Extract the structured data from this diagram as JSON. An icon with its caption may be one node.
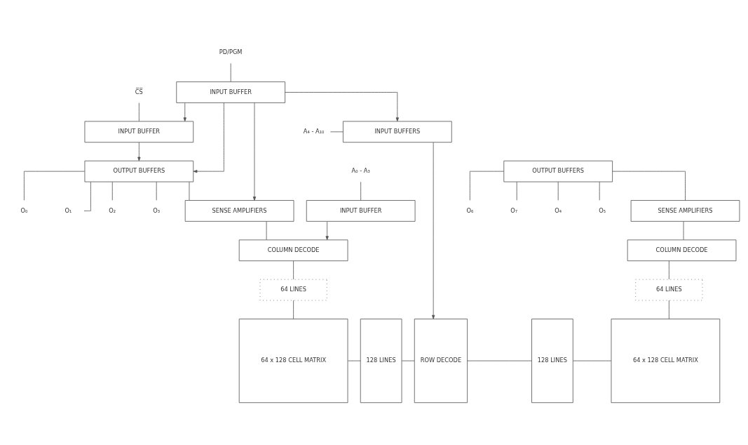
{
  "diagram": {
    "nodes": [
      {
        "text": [
          "O₀"
        ]
      },
      {
        "text": [
          "O₁"
        ]
      },
      {
        "text": [
          "O₂"
        ]
      },
      {
        "text": [
          "O₃"
        ]
      },
      {
        "text": [
          "O₄"
        ]
      },
      {
        "text": [
          "O₅"
        ]
      },
      {
        "text": [
          "O₆"
        ]
      },
      {
        "text": [
          "O₇"
        ]
      },
      {
        "text": [
          "C̅S̅"
        ]
      },
      {
        "text": [
          "INPUT BUFFER"
        ]
      },
      {
        "text": [
          "PD/PGM"
        ]
      },
      {
        "text": [
          "INPUT BUFFER"
        ]
      },
      {
        "text": [
          "A₀ - A₃"
        ]
      },
      {
        "text": [
          "INPUT BUFFER"
        ]
      },
      {
        "text": [
          "OUTPUT BUFFERS"
        ]
      },
      {
        "text": [
          "SENSE AMPLIFIERS"
        ]
      },
      {
        "text": [
          "COLUMN DECODE"
        ]
      },
      {
        "text": [
          "OUTPUT BUFFERS"
        ]
      },
      {
        "text": [
          "SENSE AMPLIFIERS"
        ]
      },
      {
        "text": [
          "COLUMN DECODE"
        ]
      },
      {
        "text": [
          "64 LINES"
        ]
      },
      {
        "text": [
          "64 LINES"
        ]
      },
      {
        "text": [
          "64 x 128 CELL MATRIX"
        ]
      },
      {
        "text": [
          "128 LINES"
        ]
      },
      {
        "text": [
          "ROW DECODE"
        ]
      },
      {
        "text": [
          "128 LINES"
        ]
      },
      {
        "text": [
          "64 x 128 CELL MATRIX"
        ]
      },
      {
        "text": [
          "A₄ - A₁₀"
        ]
      },
      {
        "text": [
          "INPUT BUFFERS"
        ]
      }
    ],
    "edges": [
      {
        "from": 14,
        "to": 0,
        "arrow": "none"
      },
      {
        "from": 14,
        "to": 1,
        "arrow": "none"
      },
      {
        "from": 14,
        "to": 2,
        "arrow": "none"
      },
      {
        "from": 14,
        "to": 3,
        "arrow": "none"
      },
      {
        "from": 17,
        "to": 4,
        "arrow": "none"
      },
      {
        "from": 17,
        "to": 5,
        "arrow": "none"
      },
      {
        "from": 17,
        "to": 6,
        "arrow": "none"
      },
      {
        "from": 17,
        "to": 7,
        "arrow": "none"
      },
      {
        "from": 8,
        "to": 9,
        "arrow": "none"
      },
      {
        "from": 10,
        "to": 11,
        "arrow": "none"
      },
      {
        "from": 12,
        "to": 13,
        "arrow": "none"
      },
      {
        "from": 11,
        "to": 9,
        "arrow": "to"
      },
      {
        "from": 9,
        "to": 14,
        "arrow": "to"
      },
      {
        "from": 11,
        "to": 14,
        "arrow": "to"
      },
      {
        "from": 11,
        "to": 15,
        "arrow": "to"
      },
      {
        "from": 13,
        "to": 16,
        "arrow": "to"
      },
      {
        "from": 11,
        "to": 28,
        "arrow": "to"
      },
      {
        "from": 14,
        "to": 15,
        "arrow": "none"
      },
      {
        "from": 15,
        "to": 16,
        "arrow": "none"
      },
      {
        "from": 17,
        "to": 18,
        "arrow": "none"
      },
      {
        "from": 18,
        "to": 19,
        "arrow": "none"
      },
      {
        "from": 16,
        "to": 20,
        "arrow": "none"
      },
      {
        "from": 20,
        "to": 22,
        "arrow": "none"
      },
      {
        "from": 19,
        "to": 21,
        "arrow": "none"
      },
      {
        "from": 21,
        "to": 26,
        "arrow": "none"
      },
      {
        "from": 22,
        "to": 23,
        "arrow": "none"
      },
      {
        "from": 23,
        "to": 24,
        "arrow": "none"
      },
      {
        "from": 24,
        "to": 25,
        "arrow": "none"
      },
      {
        "from": 25,
        "to": 26,
        "arrow": "none"
      },
      {
        "from": 27,
        "to": 28,
        "arrow": "none"
      },
      {
        "from": 28,
        "to": 24,
        "arrow": "to"
      }
    ]
  }
}
